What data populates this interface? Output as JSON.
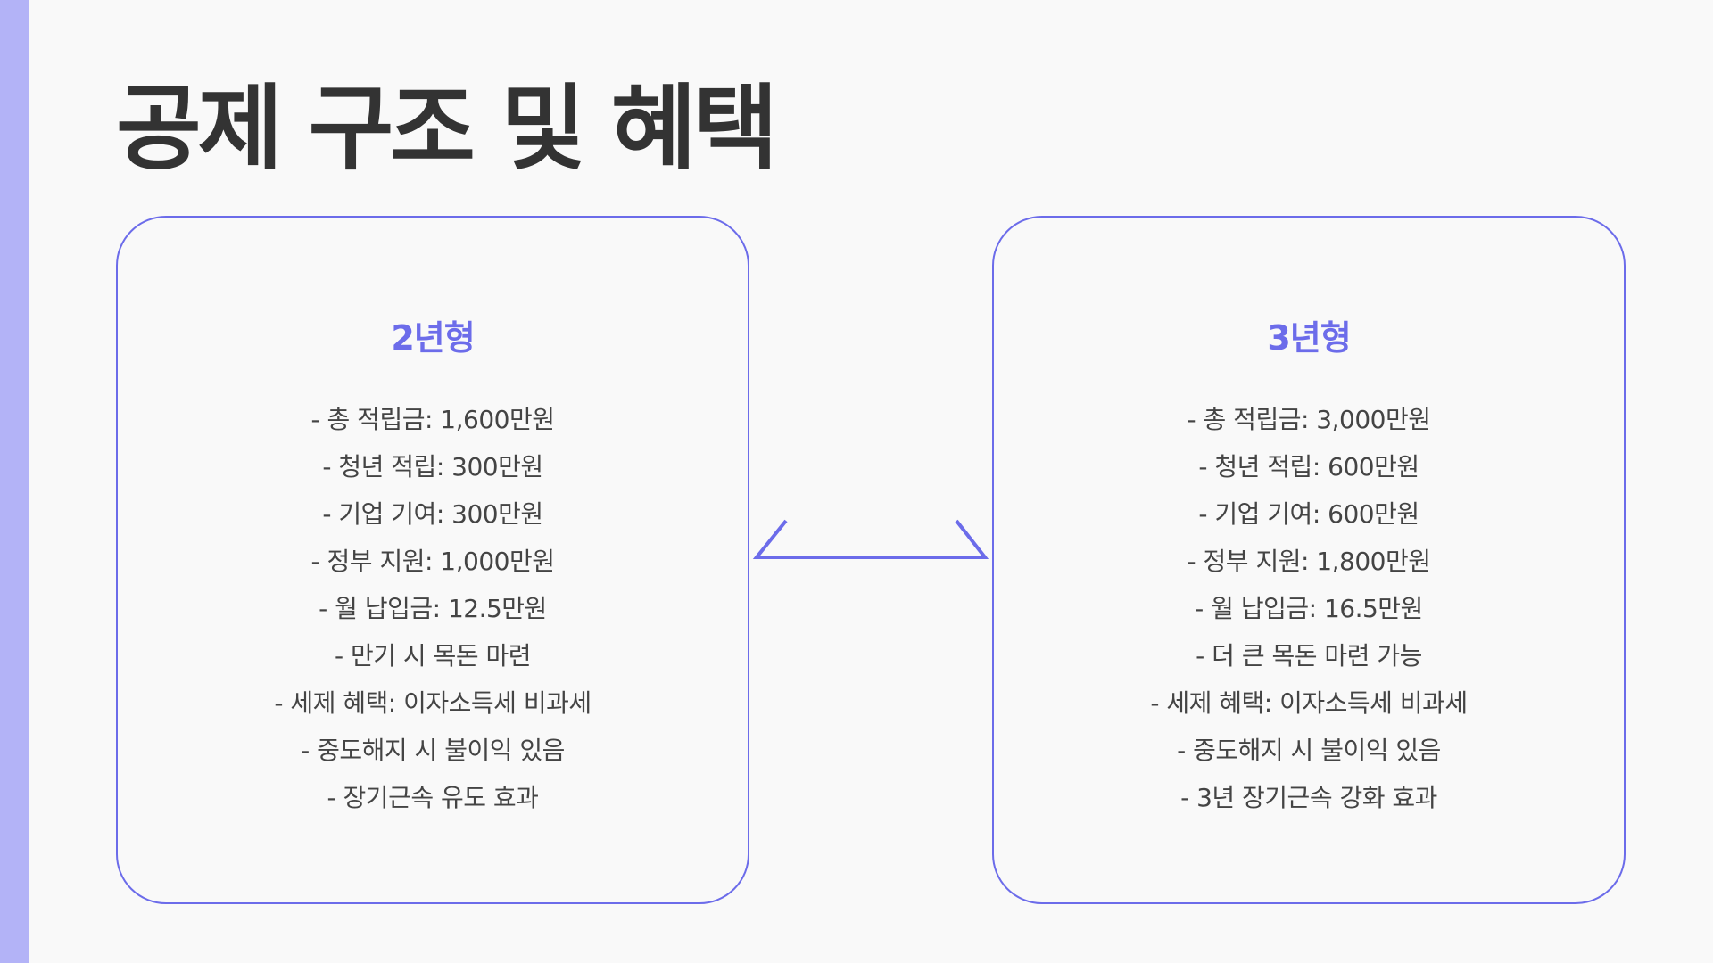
{
  "title": "공제 구조 및 혜택",
  "colors": {
    "accent": "#6c6cea",
    "accent_bar": "#b3b3f7",
    "background": "#f9f9f9",
    "title": "#333333",
    "text": "#444444"
  },
  "plans": [
    {
      "heading": "2년형",
      "items": [
        "- 총 적립금: 1,600만원",
        "- 청년 적립: 300만원",
        "- 기업 기여: 300만원",
        "- 정부 지원: 1,000만원",
        "- 월 납입금: 12.5만원",
        "- 만기 시 목돈 마련",
        "- 세제 혜택: 이자소득세 비과세",
        "- 중도해지 시 불이익 있음",
        "- 장기근속 유도 효과"
      ]
    },
    {
      "heading": "3년형",
      "items": [
        "- 총 적립금: 3,000만원",
        "- 청년 적립: 600만원",
        "- 기업 기여: 600만원",
        "- 정부 지원: 1,800만원",
        "- 월 납입금: 16.5만원",
        "- 더 큰 목돈 마련 가능",
        "- 세제 혜택: 이자소득세 비과세",
        "- 중도해지 시 불이익 있음",
        "- 3년 장기근속 강화 효과"
      ]
    }
  ]
}
